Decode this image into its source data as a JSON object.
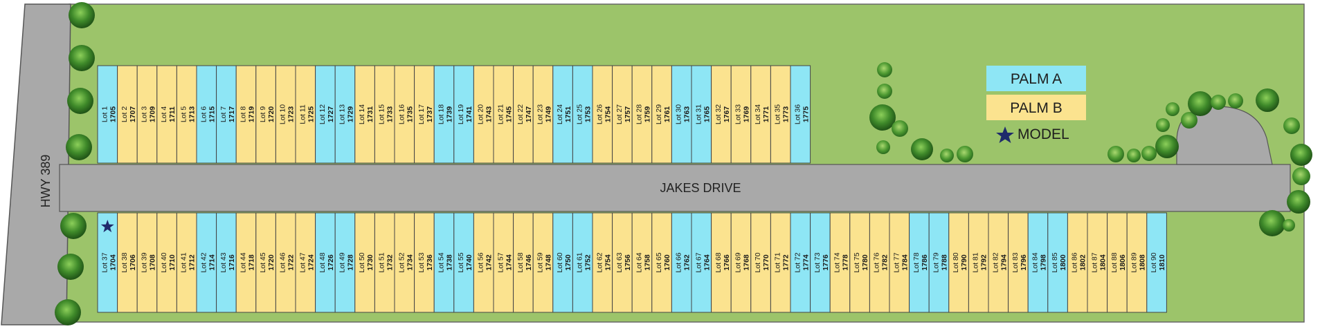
{
  "map": {
    "highway_label": "HWY 389",
    "street_label": "JAKES DRIVE",
    "legend": [
      {
        "label": "PALM A",
        "swatch": "#8ee6f5"
      },
      {
        "label": "PALM B",
        "swatch": "#fbe38f"
      },
      {
        "label": "MODEL",
        "icon": "star-icon",
        "color": "#1f2a6b"
      }
    ],
    "colors": {
      "grass": "#9cc46a",
      "road": "#a9a9a9",
      "palm_a": "#8ee6f5",
      "palm_b": "#fbe38f",
      "model_star": "#1f2a6b",
      "tree": "#3f8a2a"
    },
    "top_lots": [
      {
        "lot": "Lot 1",
        "address": "1705",
        "plan": "A"
      },
      {
        "lot": "Lot 2",
        "address": "1707",
        "plan": "B"
      },
      {
        "lot": "Lot 3",
        "address": "1709",
        "plan": "B"
      },
      {
        "lot": "Lot 4",
        "address": "1711",
        "plan": "B"
      },
      {
        "lot": "Lot 5",
        "address": "1713",
        "plan": "B"
      },
      {
        "lot": "Lot 6",
        "address": "1715",
        "plan": "A"
      },
      {
        "lot": "Lot 7",
        "address": "1717",
        "plan": "A"
      },
      {
        "lot": "Lot 8",
        "address": "1719",
        "plan": "B"
      },
      {
        "lot": "Lot 9",
        "address": "1720",
        "plan": "B"
      },
      {
        "lot": "Lot 10",
        "address": "1723",
        "plan": "B"
      },
      {
        "lot": "Lot 11",
        "address": "1725",
        "plan": "B"
      },
      {
        "lot": "Lot 12",
        "address": "1727",
        "plan": "A"
      },
      {
        "lot": "Lot 13",
        "address": "1729",
        "plan": "A"
      },
      {
        "lot": "Lot 14",
        "address": "1731",
        "plan": "B"
      },
      {
        "lot": "Lot 15",
        "address": "1733",
        "plan": "B"
      },
      {
        "lot": "Lot 16",
        "address": "1735",
        "plan": "B"
      },
      {
        "lot": "Lot 17",
        "address": "1737",
        "plan": "B"
      },
      {
        "lot": "Lot 18",
        "address": "1739",
        "plan": "A"
      },
      {
        "lot": "Lot 19",
        "address": "1741",
        "plan": "A"
      },
      {
        "lot": "Lot 20",
        "address": "1743",
        "plan": "B"
      },
      {
        "lot": "Lot 21",
        "address": "1745",
        "plan": "B"
      },
      {
        "lot": "Lot 22",
        "address": "1747",
        "plan": "B"
      },
      {
        "lot": "Lot 23",
        "address": "1749",
        "plan": "B"
      },
      {
        "lot": "Lot 24",
        "address": "1751",
        "plan": "A"
      },
      {
        "lot": "Lot 25",
        "address": "1753",
        "plan": "A"
      },
      {
        "lot": "Lot 26",
        "address": "1754",
        "plan": "B"
      },
      {
        "lot": "Lot 27",
        "address": "1757",
        "plan": "B"
      },
      {
        "lot": "Lot 28",
        "address": "1759",
        "plan": "B"
      },
      {
        "lot": "Lot 29",
        "address": "1761",
        "plan": "B"
      },
      {
        "lot": "Lot 30",
        "address": "1763",
        "plan": "A"
      },
      {
        "lot": "Lot 31",
        "address": "1765",
        "plan": "A"
      },
      {
        "lot": "Lot 32",
        "address": "1767",
        "plan": "B"
      },
      {
        "lot": "Lot 33",
        "address": "1769",
        "plan": "B"
      },
      {
        "lot": "Lot 34",
        "address": "1771",
        "plan": "B"
      },
      {
        "lot": "Lot 35",
        "address": "1773",
        "plan": "B"
      },
      {
        "lot": "Lot 36",
        "address": "1775",
        "plan": "A"
      }
    ],
    "bottom_lots": [
      {
        "lot": "Lot 37",
        "address": "1704",
        "plan": "A",
        "model": true
      },
      {
        "lot": "Lot 38",
        "address": "1706",
        "plan": "B"
      },
      {
        "lot": "Lot 39",
        "address": "1708",
        "plan": "B"
      },
      {
        "lot": "Lot 40",
        "address": "1710",
        "plan": "B"
      },
      {
        "lot": "Lot 41",
        "address": "1712",
        "plan": "B"
      },
      {
        "lot": "Lot 42",
        "address": "1714",
        "plan": "A"
      },
      {
        "lot": "Lot 43",
        "address": "1716",
        "plan": "A"
      },
      {
        "lot": "Lot 44",
        "address": "1718",
        "plan": "B"
      },
      {
        "lot": "Lot 45",
        "address": "1720",
        "plan": "B"
      },
      {
        "lot": "Lot 46",
        "address": "1722",
        "plan": "B"
      },
      {
        "lot": "Lot 47",
        "address": "1724",
        "plan": "B"
      },
      {
        "lot": "Lot 48",
        "address": "1726",
        "plan": "A"
      },
      {
        "lot": "Lot 49",
        "address": "1728",
        "plan": "A"
      },
      {
        "lot": "Lot 50",
        "address": "1730",
        "plan": "B"
      },
      {
        "lot": "Lot 51",
        "address": "1732",
        "plan": "B"
      },
      {
        "lot": "Lot 52",
        "address": "1734",
        "plan": "B"
      },
      {
        "lot": "Lot 53",
        "address": "1736",
        "plan": "B"
      },
      {
        "lot": "Lot 54",
        "address": "1738",
        "plan": "A"
      },
      {
        "lot": "Lot 55",
        "address": "1740",
        "plan": "A"
      },
      {
        "lot": "Lot 56",
        "address": "1742",
        "plan": "B"
      },
      {
        "lot": "Lot 57",
        "address": "1744",
        "plan": "B"
      },
      {
        "lot": "Lot 58",
        "address": "1746",
        "plan": "B"
      },
      {
        "lot": "Lot 59",
        "address": "1748",
        "plan": "B"
      },
      {
        "lot": "Lot 60",
        "address": "1750",
        "plan": "A"
      },
      {
        "lot": "Lot 61",
        "address": "1752",
        "plan": "A"
      },
      {
        "lot": "Lot 62",
        "address": "1754",
        "plan": "B"
      },
      {
        "lot": "Lot 63",
        "address": "1756",
        "plan": "B"
      },
      {
        "lot": "Lot 64",
        "address": "1758",
        "plan": "B"
      },
      {
        "lot": "Lot 65",
        "address": "1760",
        "plan": "B"
      },
      {
        "lot": "Lot 66",
        "address": "1762",
        "plan": "A"
      },
      {
        "lot": "Lot 67",
        "address": "1764",
        "plan": "A"
      },
      {
        "lot": "Lot 68",
        "address": "1766",
        "plan": "B"
      },
      {
        "lot": "Lot 69",
        "address": "1768",
        "plan": "B"
      },
      {
        "lot": "Lot 70",
        "address": "1770",
        "plan": "B"
      },
      {
        "lot": "Lot 71",
        "address": "1772",
        "plan": "B"
      },
      {
        "lot": "Lot 72",
        "address": "1774",
        "plan": "A"
      },
      {
        "lot": "Lot 73",
        "address": "1776",
        "plan": "A"
      },
      {
        "lot": "Lot 74",
        "address": "1778",
        "plan": "B"
      },
      {
        "lot": "Lot 75",
        "address": "1780",
        "plan": "B"
      },
      {
        "lot": "Lot 76",
        "address": "1782",
        "plan": "B"
      },
      {
        "lot": "Lot 77",
        "address": "1784",
        "plan": "B"
      },
      {
        "lot": "Lot 78",
        "address": "1786",
        "plan": "A"
      },
      {
        "lot": "Lot 79",
        "address": "1788",
        "plan": "A"
      },
      {
        "lot": "Lot 80",
        "address": "1790",
        "plan": "B"
      },
      {
        "lot": "Lot 81",
        "address": "1792",
        "plan": "B"
      },
      {
        "lot": "Lot 82",
        "address": "1794",
        "plan": "B"
      },
      {
        "lot": "Lot 83",
        "address": "1796",
        "plan": "B"
      },
      {
        "lot": "Lot 84",
        "address": "1798",
        "plan": "A"
      },
      {
        "lot": "Lot 85",
        "address": "1800",
        "plan": "A"
      },
      {
        "lot": "Lot 86",
        "address": "1802",
        "plan": "B"
      },
      {
        "lot": "Lot 87",
        "address": "1804",
        "plan": "B"
      },
      {
        "lot": "Lot 88",
        "address": "1806",
        "plan": "B"
      },
      {
        "lot": "Lot 89",
        "address": "1808",
        "plan": "B"
      },
      {
        "lot": "Lot 90",
        "address": "1810",
        "plan": "A"
      }
    ]
  }
}
